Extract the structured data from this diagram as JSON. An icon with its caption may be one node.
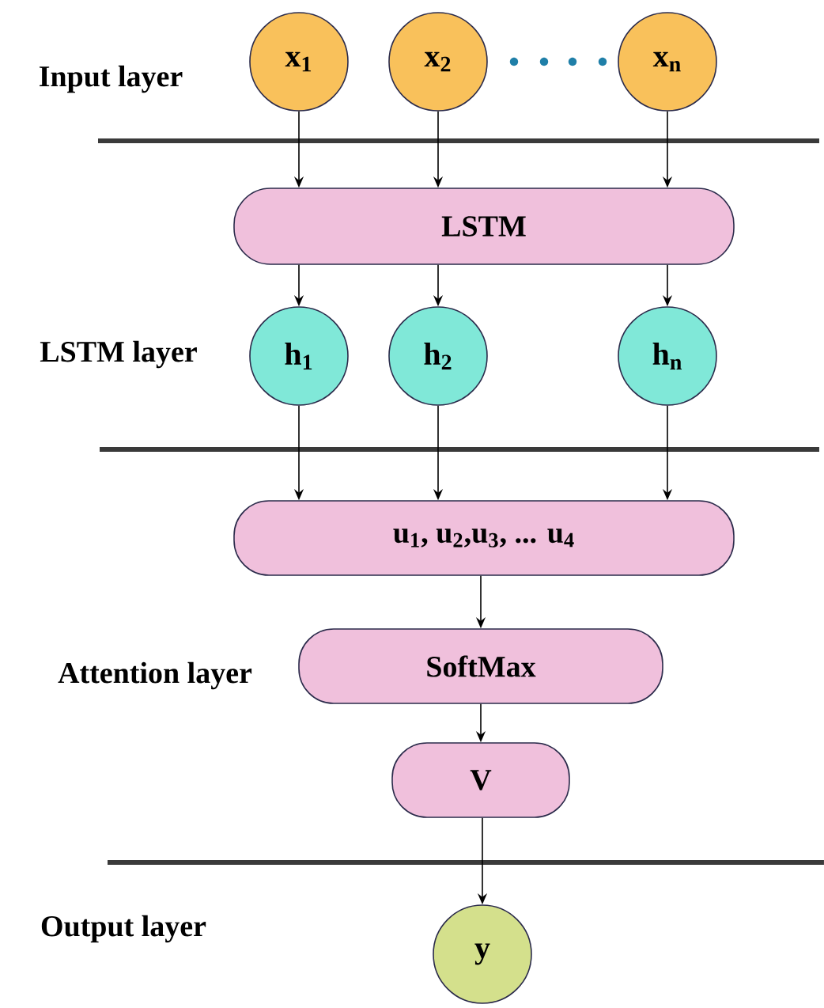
{
  "diagram": {
    "nodes": [
      {
        "text": [
          "x$_{1}$"
        ]
      },
      {
        "text": [
          "x$_{2}$"
        ]
      },
      {
        "text": [
          "x$_{n}$"
        ]
      },
      {
        "text": [
          "LSTM"
        ]
      },
      {
        "text": [
          "h$_{1}$"
        ]
      },
      {
        "text": [
          "h$_{2}$"
        ]
      },
      {
        "text": [
          "h$_{n}$"
        ]
      },
      {
        "text": [
          "u$_{1}$, u$_{2}$,u$_{3}$, ... u$_{4}$"
        ]
      },
      {
        "text": [
          "SoftMax"
        ]
      },
      {
        "text": [
          "V"
        ]
      },
      {
        "text": [
          "y"
        ]
      }
    ],
    "edges": [
      {
        "from": 0,
        "to": 3,
        "arrow": "to"
      },
      {
        "from": 1,
        "to": 3,
        "arrow": "to"
      },
      {
        "from": 2,
        "to": 3,
        "arrow": "to"
      },
      {
        "from": 3,
        "to": 4,
        "arrow": "to"
      },
      {
        "from": 3,
        "to": 5,
        "arrow": "to"
      },
      {
        "from": 3,
        "to": 6,
        "arrow": "to"
      },
      {
        "from": 4,
        "to": 7,
        "arrow": "to"
      },
      {
        "from": 5,
        "to": 7,
        "arrow": "to"
      },
      {
        "from": 6,
        "to": 7,
        "arrow": "to"
      },
      {
        "from": 7,
        "to": 8,
        "arrow": "to"
      },
      {
        "from": 8,
        "to": 9,
        "arrow": "to"
      },
      {
        "from": 9,
        "to": 10,
        "arrow": "to"
      }
    ],
    "labels": [
      "Input layer",
      "LSTM layer",
      "Attention layer",
      "Output layer"
    ]
  }
}
